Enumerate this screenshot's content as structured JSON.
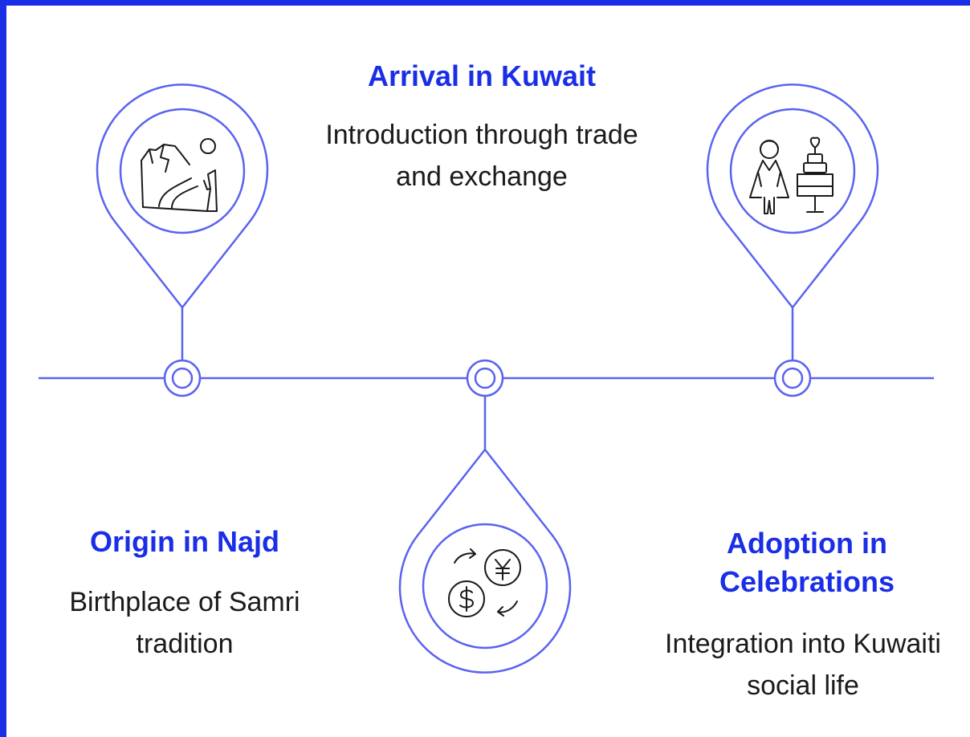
{
  "colors": {
    "accent": "#1a2ee6",
    "line": "#5a63f0",
    "icon": "#1a1a1a",
    "text": "#1a1a1a"
  },
  "steps": [
    {
      "title": "Origin in Najd",
      "description": "Birthplace of Samri tradition",
      "icon": "landscape-icon"
    },
    {
      "title": "Arrival in Kuwait",
      "description": "Introduction through trade and exchange",
      "icon": "currency-exchange-icon"
    },
    {
      "title": "Adoption in Celebrations",
      "description": "Integration into Kuwaiti social life",
      "icon": "wedding-icon"
    }
  ]
}
